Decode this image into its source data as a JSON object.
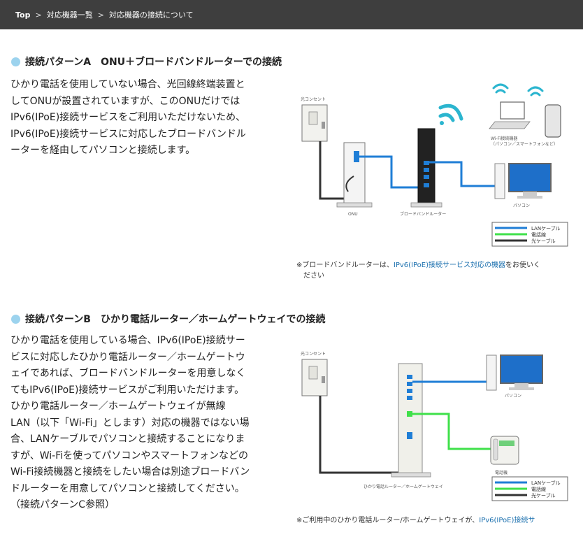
{
  "breadcrumb": {
    "items": [
      "Top",
      "対応機器一覧",
      "対応機器の接続について"
    ],
    "separator": ">"
  },
  "pattern_a": {
    "title": "接続パターンA　ONU＋ブロードバンドルーターでの接続",
    "body": "ひかり電話を使用していない場合、光回線終端装置と\nしてONUが設置されていますが、このONUだけでは\nIPv6(IPoE)接続サービスをご利用いただけないため、\nIPv6(IPoE)接続サービスに対応したブロードバンドル\nーターを経由してパソコンと接続します。",
    "diagram": {
      "outlet_label": "光コンセント",
      "onu_label": "ONU",
      "router_label": "ブロードバンドルーター",
      "pc_label": "パソコン",
      "wifi_device_label_1": "Wi-Fi接続機器",
      "wifi_device_label_2": "（パソコン／スマートフォンなど）",
      "legend": [
        "LANケーブル",
        "電話線",
        "光ケーブル"
      ]
    },
    "note_prefix": "※ブロードバンドルーターは、",
    "note_link": "IPv6(IPoE)接続サービス対応の機器",
    "note_suffix": "をお使いく",
    "note_line2": "ださい"
  },
  "pattern_b": {
    "title": "接続パターンB　ひかり電話ルーター／ホームゲートウェイでの接続",
    "body": "ひかり電話を使用している場合、IPv6(IPoE)接続サー\nビスに対応したひかり電話ルーター／ホームゲートウ\nェイであれば、ブロードバンドルーターを用意しなく\nてもIPv6(IPoE)接続サービスがご利用いただけます。\nひかり電話ルーター／ホームゲートウェイが無線\nLAN（以下「Wi-Fi」とします）対応の機器ではない場\n合、LANケーブルでパソコンと接続することになりま\nすが、Wi-Fiを使ってパソコンやスマートフォンなどの\nWi-Fi接続機器と接続をしたい場合は別途ブロードバン\nドルーターを用意してパソコンと接続してください。\n（接続パターンC参照）",
    "diagram": {
      "outlet_label": "光コンセント",
      "hgw_label": "ひかり電話ルーター／ホームゲートウェイ",
      "pc_label": "パソコン",
      "phone_label": "電話機",
      "legend": [
        "LANケーブル",
        "電話線",
        "光ケーブル"
      ]
    },
    "note_prefix": "※ご利用中のひかり電話ルーター/ホームゲートウェイが、",
    "note_link": "IPv6(IPoE)接続サ"
  },
  "colors": {
    "topbar": "#3e3e3e",
    "bullet": "#9cd3ee",
    "lan_cable": "#1f7ed6",
    "phone_cable": "#3fe04a",
    "fiber_cable": "#333333",
    "wifi": "#2bb5cf",
    "link": "#1a6fae"
  }
}
